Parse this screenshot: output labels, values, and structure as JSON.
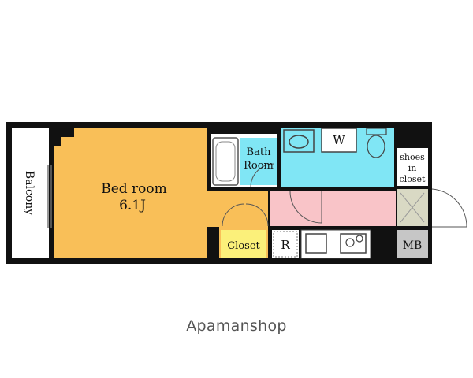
{
  "rooms": {
    "balcony": "Balcony",
    "bedroom": "Bed room",
    "bedroom_size": "6.1J",
    "bath_line1": "Bath",
    "bath_line2": "Room",
    "washer": "W",
    "shoes_line1": "shoes",
    "shoes_line2": "in",
    "shoes_line3": "closet",
    "closet": "Closet",
    "fridge": "R",
    "meter_box": "MB"
  },
  "brand": "Apamanshop",
  "colors": {
    "bedroom": "#f9bf58",
    "bath": "#80e6f5",
    "corridor": "#f9c4c8",
    "closet": "#fbf07a",
    "entry": "#d9d9c4",
    "meter_box": "#c6c6c6",
    "wall": "#111111"
  }
}
